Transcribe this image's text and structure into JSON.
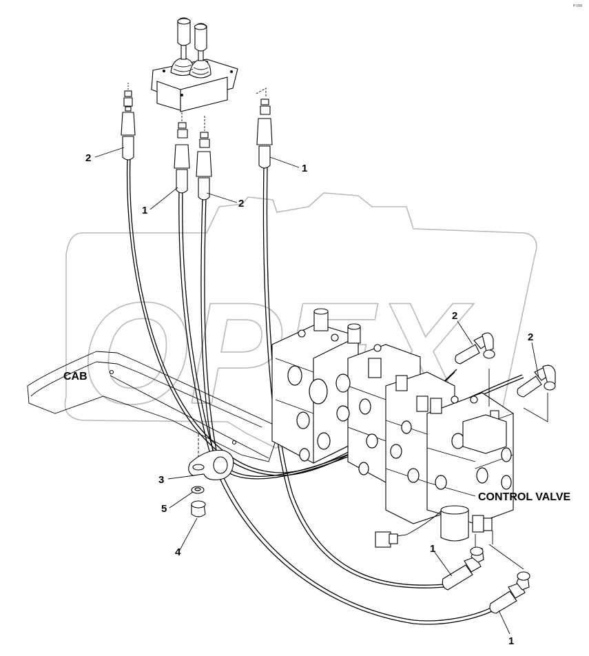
{
  "corner_text": "P-000",
  "watermark": {
    "text": "OPEX"
  },
  "labels": {
    "cab": "CAB",
    "control_valve": "CONTROL VALVE"
  },
  "callouts": [
    {
      "key": "a",
      "text": "2"
    },
    {
      "key": "b",
      "text": "1"
    },
    {
      "key": "c",
      "text": "1"
    },
    {
      "key": "d",
      "text": "2"
    },
    {
      "key": "e",
      "text": "2"
    },
    {
      "key": "f",
      "text": "2"
    },
    {
      "key": "g",
      "text": "3"
    },
    {
      "key": "h",
      "text": "5"
    },
    {
      "key": "i",
      "text": "4"
    },
    {
      "key": "j",
      "text": "1"
    },
    {
      "key": "k",
      "text": "1"
    }
  ]
}
